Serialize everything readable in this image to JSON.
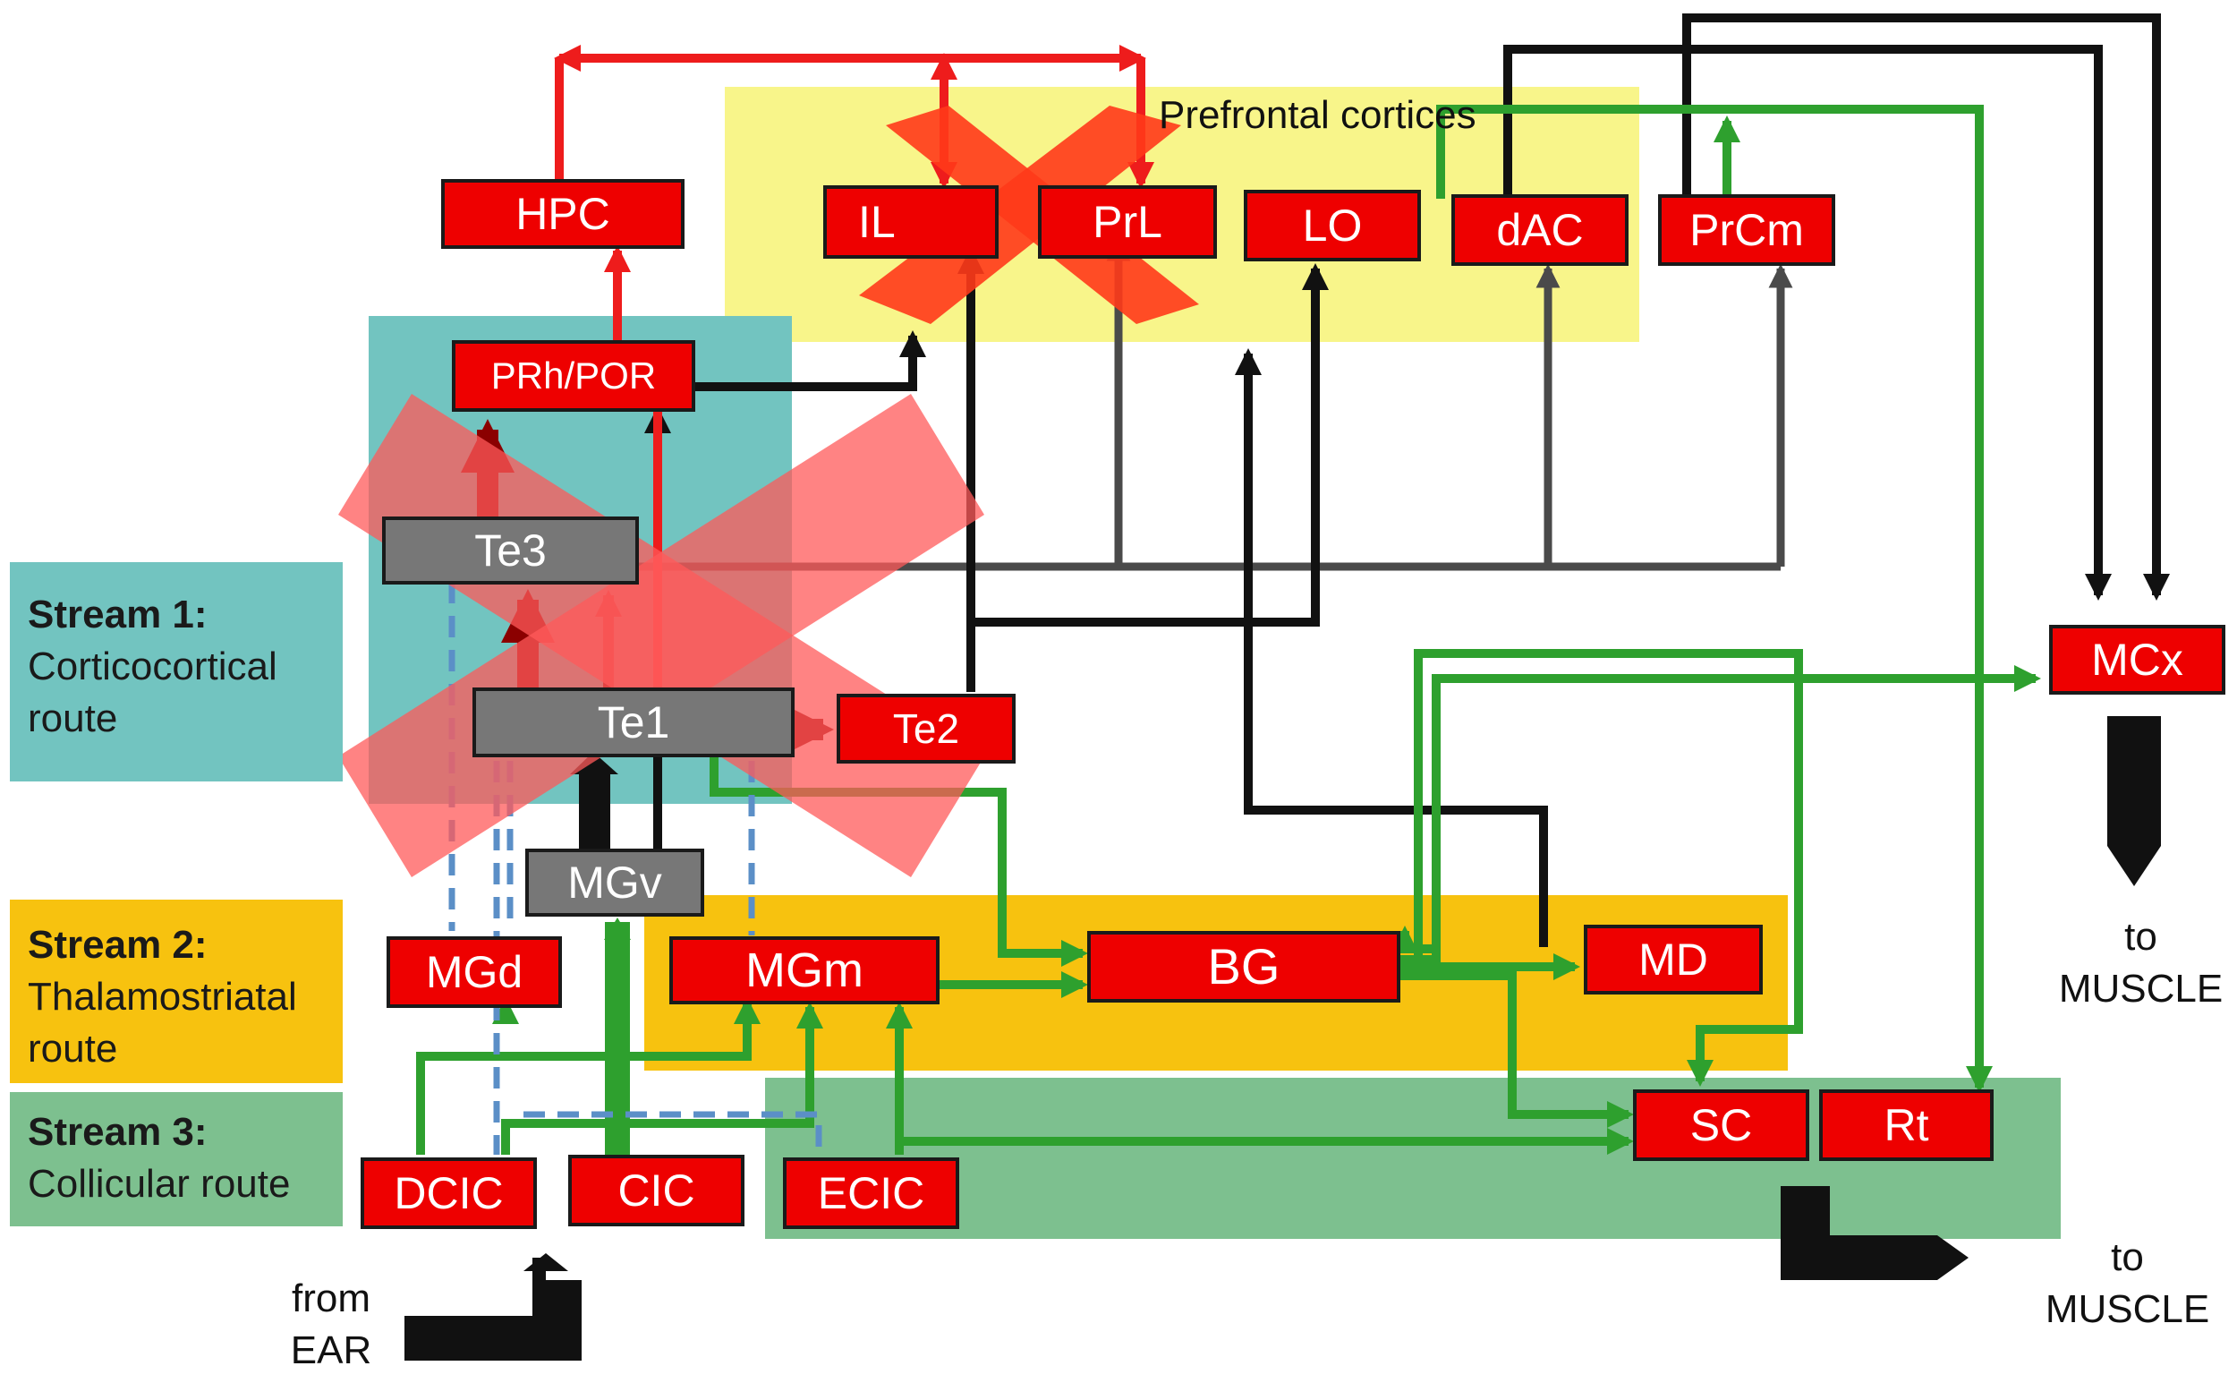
{
  "streams": [
    {
      "title": "Stream 1:",
      "lines": [
        "Corticocortical",
        "route"
      ]
    },
    {
      "title": "Stream 2:",
      "lines": [
        "Thalamostriatal",
        "route"
      ]
    },
    {
      "title": "Stream 3:",
      "lines": [
        "Collicular route"
      ]
    }
  ],
  "regions": {
    "prefrontal": "Prefrontal cortices"
  },
  "nodes": {
    "hpc": "HPC",
    "il": "IL",
    "prl": "PrL",
    "lo": "LO",
    "dac": "dAC",
    "prcm": "PrCm",
    "prh_por": "PRh/POR",
    "te3": "Te3",
    "te1": "Te1",
    "te2": "Te2",
    "mgv": "MGv",
    "mgd": "MGd",
    "mgm": "MGm",
    "bg": "BG",
    "md": "MD",
    "mcx": "MCx",
    "sc": "SC",
    "rt": "Rt",
    "dcic": "DCIC",
    "cic": "CIC",
    "ecic": "ECIC"
  },
  "io_labels": {
    "from_ear": [
      "from",
      "EAR"
    ],
    "to_muscle_1": [
      "to",
      "MUSCLE"
    ],
    "to_muscle_2": [
      "to",
      "MUSCLE"
    ]
  },
  "colors": {
    "node_red": "#ee0000",
    "node_grey": "#777777",
    "cortical_path": "#ee1c1c",
    "black_path": "#111111",
    "grey_path": "#4a4a4a",
    "green_path": "#2ea02e",
    "dashed_path": "#5b8fc7",
    "lesion_cross": "#ff5a5a",
    "prefrontal_bg": "#f8f58a",
    "stream1_bg": "#72c4c0",
    "stream2_bg": "#f7c20f",
    "stream3_bg": "#7dc08f"
  }
}
